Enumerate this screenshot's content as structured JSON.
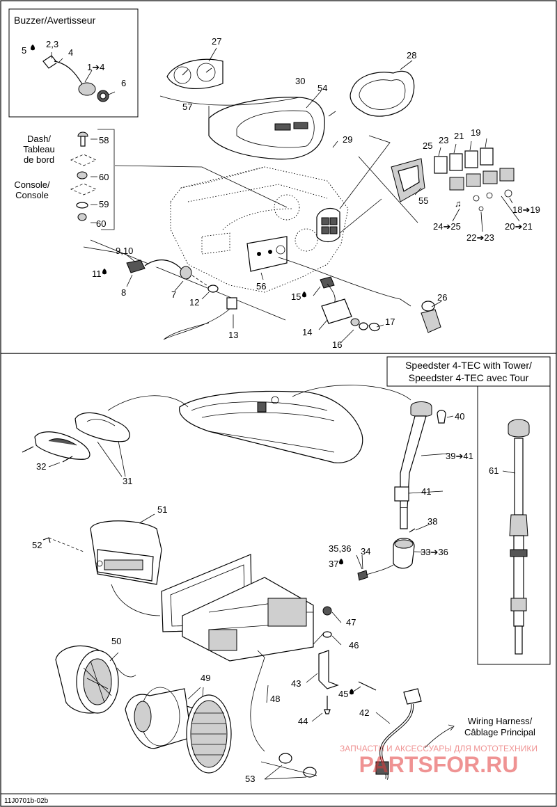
{
  "diagram_code": "11J0701b-02b",
  "panels": {
    "buzzer_title": "Buzzer/Avertisseur",
    "dash_line1": "Dash/",
    "dash_line2": "Tableau",
    "dash_line3": "de bord",
    "console_line1": "Console/",
    "console_line2": "Console",
    "speedster_line1": "Speedster 4-TEC with Tower/",
    "speedster_line2": "Speedster 4-TEC avec Tour",
    "harness_line1": "Wiring Harness/",
    "harness_line2": "Câblage Principal"
  },
  "watermark": {
    "line1": "ЗАПЧАСТИ И АКСЕССУАРЫ ДЛЯ МОТОТЕХНИКИ",
    "line2": "PARTSFOR.RU",
    "color": "#e23a3a"
  },
  "labels": {
    "l5": "5",
    "l23": "2,3",
    "l4": "4",
    "l1to4": "1➔4",
    "l6": "6",
    "l27": "27",
    "l28": "28",
    "l30": "30",
    "l54": "54",
    "l57": "57",
    "l29": "29",
    "l58": "58",
    "l60a": "60",
    "l59": "59",
    "l60b": "60",
    "l25": "25",
    "l23b": "23",
    "l21": "21",
    "l19": "19",
    "l55": "55",
    "l18to19": "18➔19",
    "l20to21": "20➔21",
    "l22to23": "22➔23",
    "l24to25": "24➔25",
    "l910": "9,10",
    "l11": "11",
    "l8": "8",
    "l7": "7",
    "l12": "12",
    "l13": "13",
    "l56": "56",
    "l15": "15",
    "l14": "14",
    "l16": "16",
    "l17": "17",
    "l26": "26",
    "l40": "40",
    "l39to41": "39➔41",
    "l41": "41",
    "l38": "38",
    "l3536": "35,36",
    "l34": "34",
    "l37": "37",
    "l33to36": "33➔36",
    "l61": "61",
    "l32": "32",
    "l31": "31",
    "l51": "51",
    "l52": "52",
    "l47": "47",
    "l46": "46",
    "l50": "50",
    "l49": "49",
    "l43": "43",
    "l45": "45",
    "l48": "48",
    "l44": "44",
    "l42": "42",
    "l53": "53"
  }
}
